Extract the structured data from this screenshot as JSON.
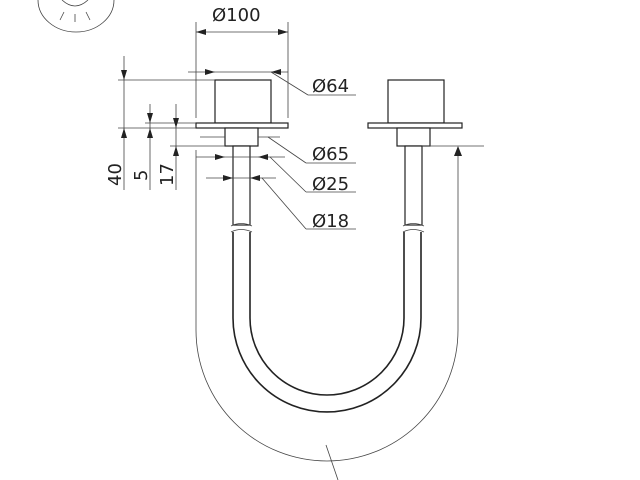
{
  "diagram": {
    "dimensions": {
      "d100": "Ø100",
      "d64": "Ø64",
      "d65": "Ø65",
      "d25": "Ø25",
      "d18": "Ø18",
      "h40": "40",
      "h5": "5",
      "h17": "17"
    },
    "icons": [
      "lamp-icon"
    ]
  }
}
